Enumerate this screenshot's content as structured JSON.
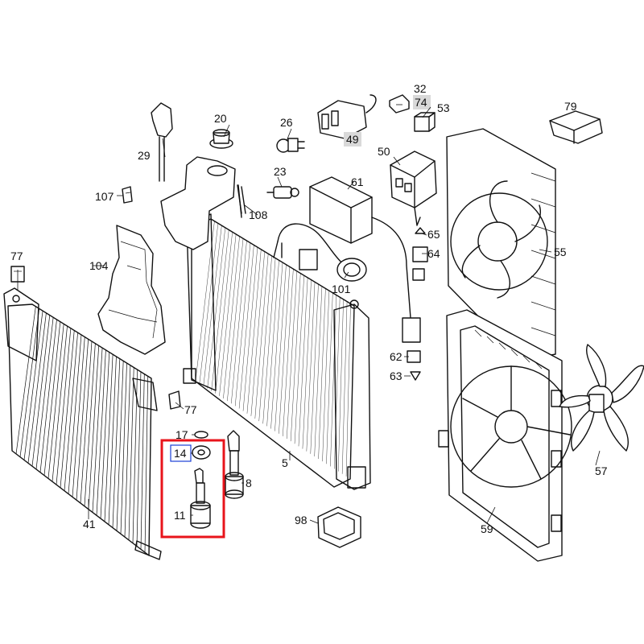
{
  "labels": {
    "l29": "29",
    "l20": "20",
    "l26": "26",
    "l23": "23",
    "l61": "61",
    "l32": "32",
    "l74": "74",
    "l53": "53",
    "l49": "49",
    "l50": "50",
    "l79": "79",
    "l107": "107",
    "l108": "108",
    "l65": "65",
    "l64": "64",
    "l55": "55",
    "l77a": "77",
    "l104": "104",
    "l101": "101",
    "l62": "62",
    "l63": "63",
    "l77b": "77",
    "l17": "17",
    "l14": "14",
    "l8": "8",
    "l5": "5",
    "l11": "11",
    "l41": "41",
    "l98": "98",
    "l57": "57",
    "l59": "59"
  },
  "highlight": {
    "selection_box_color": "#e8141b",
    "callout_box_color": "#1a3fd6",
    "callout_part": "14",
    "shaded_parts": [
      "74",
      "49"
    ]
  }
}
